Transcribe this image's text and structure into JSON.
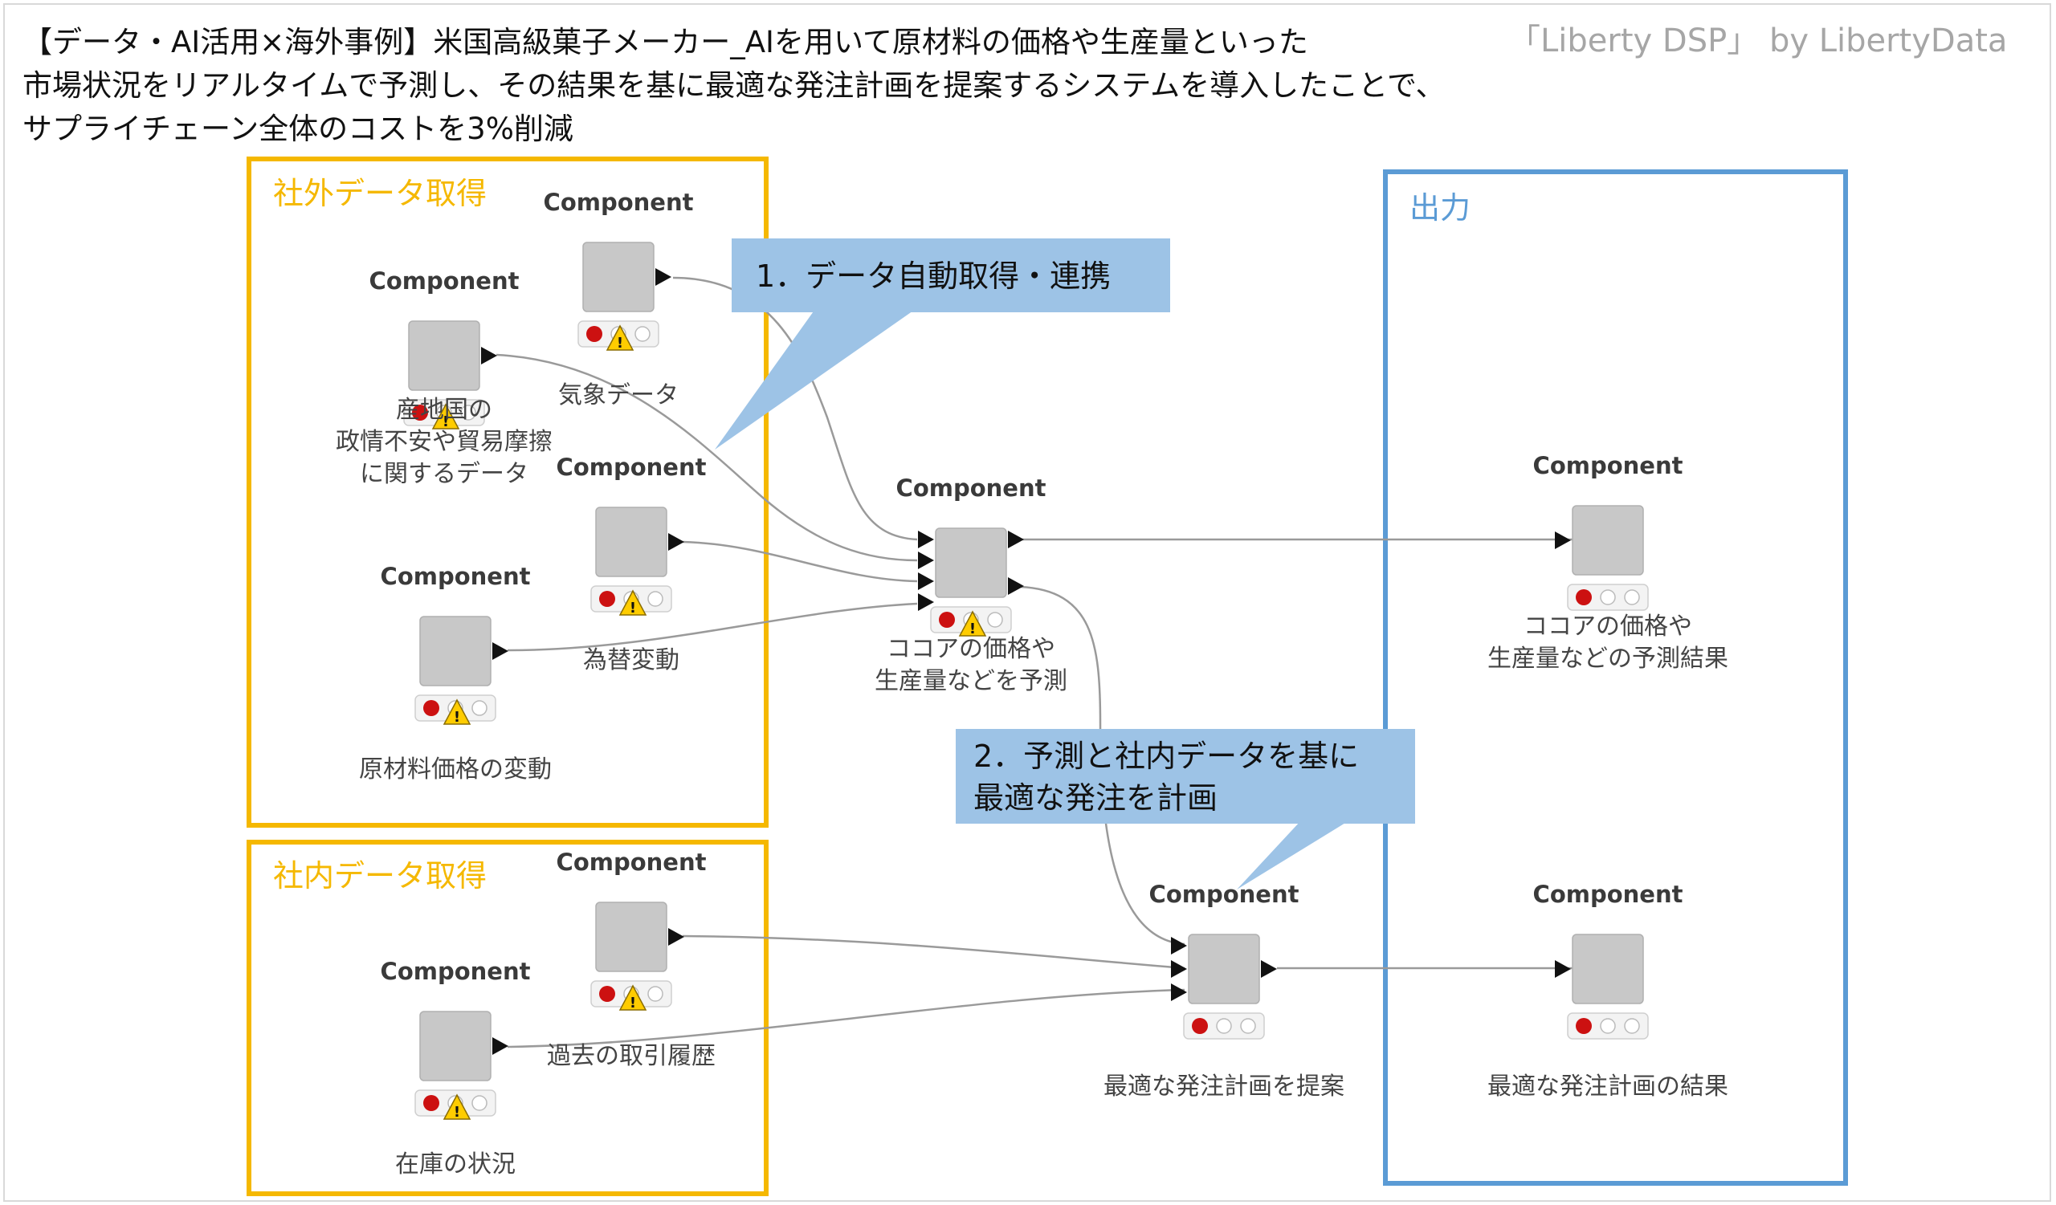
{
  "title": "【データ・AI活用×海外事例】米国高級菓子メーカー_AIを用いて原材料の価格や生産量といった\n市場状況をリアルタイムで予測し、その結果を基に最適な発注計画を提案するシステムを導入したことで、\nサプライチェーン全体のコストを3%削減",
  "brand": "「Liberty DSP」 by LibertyData",
  "colors": {
    "group_border": "#f5b800",
    "group_label": "#f5b800",
    "output_border": "#5b9bd5",
    "output_label": "#5b9bd5",
    "callout_fill": "#9dc3e6",
    "node_fill": "#c8c8c8",
    "status_red": "#cc1111",
    "warning_yellow": "#ffcc00"
  },
  "groups": {
    "external": {
      "label": "社外データ取得"
    },
    "internal": {
      "label": "社内データ取得"
    },
    "output": {
      "label": "出力"
    }
  },
  "callouts": {
    "step1": "1．データ自動取得・連携",
    "step2": {
      "line1": "2．予測と社内データを基に",
      "line2": "最適な発注を計画"
    }
  },
  "components": {
    "weather": {
      "title": "Component",
      "label": [
        "気象データ"
      ],
      "status": "warning"
    },
    "political": {
      "title": "Component",
      "label": [
        "産地国の",
        "政情不安や貿易摩擦",
        "に関するデータ"
      ],
      "status": "warning"
    },
    "fx": {
      "title": "Component",
      "label": [
        "為替変動"
      ],
      "status": "warning"
    },
    "raw_price": {
      "title": "Component",
      "label": [
        "原材料価格の変動"
      ],
      "status": "warning"
    },
    "predict": {
      "title": "Component",
      "label": [
        "ココアの価格や",
        "生産量などを予測"
      ],
      "status": "warning"
    },
    "predict_result": {
      "title": "Component",
      "label": [
        "ココアの価格や",
        "生産量などの予測結果"
      ],
      "status": "idle"
    },
    "history": {
      "title": "Component",
      "label": [
        "過去の取引履歴"
      ],
      "status": "warning"
    },
    "inventory": {
      "title": "Component",
      "label": [
        "在庫の状況"
      ],
      "status": "warning"
    },
    "plan": {
      "title": "Component",
      "label": [
        "最適な発注計画を提案"
      ],
      "status": "idle"
    },
    "plan_result": {
      "title": "Component",
      "label": [
        "最適な発注計画の結果"
      ],
      "status": "idle"
    }
  }
}
